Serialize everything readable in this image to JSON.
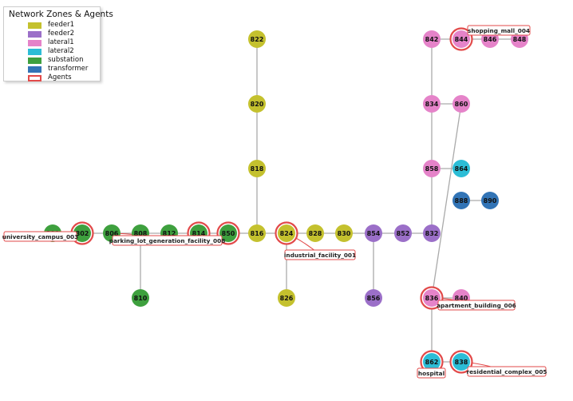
{
  "legend": {
    "title": "Network Zones & Agents",
    "items": [
      {
        "label": "feeder1",
        "color": "#c4c12e",
        "kind": "fill"
      },
      {
        "label": "feeder2",
        "color": "#9b6fc8",
        "kind": "fill"
      },
      {
        "label": "lateral1",
        "color": "#e583c9",
        "kind": "fill"
      },
      {
        "label": "lateral2",
        "color": "#2cbdd6",
        "kind": "fill"
      },
      {
        "label": "substation",
        "color": "#3ea03e",
        "kind": "fill"
      },
      {
        "label": "transformer",
        "color": "#3274b6",
        "kind": "fill"
      },
      {
        "label": "Agents",
        "color": "#e24a4a",
        "kind": "ring"
      }
    ]
  },
  "zone_colors": {
    "feeder1": "#c4c12e",
    "feeder2": "#9b6fc8",
    "lateral1": "#e583c9",
    "lateral2": "#2cbdd6",
    "substation": "#3ea03e",
    "transformer": "#3274b6",
    "agent_ring": "#e24a4a",
    "edge": "#aaaaaa"
  },
  "nodes": [
    {
      "id": "800",
      "label": "800",
      "zone": "substation",
      "agent": false
    },
    {
      "id": "802",
      "label": "802",
      "zone": "substation",
      "agent": true
    },
    {
      "id": "806",
      "label": "806",
      "zone": "substation",
      "agent": false
    },
    {
      "id": "808",
      "label": "808",
      "zone": "substation",
      "agent": false
    },
    {
      "id": "812",
      "label": "812",
      "zone": "substation",
      "agent": false
    },
    {
      "id": "814",
      "label": "814",
      "zone": "substation",
      "agent": true
    },
    {
      "id": "850",
      "label": "850",
      "zone": "substation",
      "agent": true
    },
    {
      "id": "810",
      "label": "810",
      "zone": "substation",
      "agent": false
    },
    {
      "id": "816",
      "label": "816",
      "zone": "feeder1",
      "agent": false
    },
    {
      "id": "818",
      "label": "818",
      "zone": "feeder1",
      "agent": false
    },
    {
      "id": "820",
      "label": "820",
      "zone": "feeder1",
      "agent": false
    },
    {
      "id": "822",
      "label": "822",
      "zone": "feeder1",
      "agent": false
    },
    {
      "id": "824",
      "label": "824",
      "zone": "feeder1",
      "agent": true
    },
    {
      "id": "826",
      "label": "826",
      "zone": "feeder1",
      "agent": false
    },
    {
      "id": "828",
      "label": "828",
      "zone": "feeder1",
      "agent": false
    },
    {
      "id": "830",
      "label": "830",
      "zone": "feeder1",
      "agent": false
    },
    {
      "id": "854",
      "label": "854",
      "zone": "feeder2",
      "agent": false
    },
    {
      "id": "852",
      "label": "852",
      "zone": "feeder2",
      "agent": false
    },
    {
      "id": "832",
      "label": "832",
      "zone": "feeder2",
      "agent": false
    },
    {
      "id": "856",
      "label": "856",
      "zone": "feeder2",
      "agent": false
    },
    {
      "id": "858",
      "label": "858",
      "zone": "lateral1",
      "agent": false
    },
    {
      "id": "834",
      "label": "834",
      "zone": "lateral1",
      "agent": false
    },
    {
      "id": "842",
      "label": "842",
      "zone": "lateral1",
      "agent": false
    },
    {
      "id": "844",
      "label": "844",
      "zone": "lateral1",
      "agent": true
    },
    {
      "id": "846",
      "label": "846",
      "zone": "lateral1",
      "agent": false
    },
    {
      "id": "848",
      "label": "848",
      "zone": "lateral1",
      "agent": false
    },
    {
      "id": "860",
      "label": "860",
      "zone": "lateral1",
      "agent": false
    },
    {
      "id": "836",
      "label": "836",
      "zone": "lateral1",
      "agent": true
    },
    {
      "id": "840",
      "label": "840",
      "zone": "lateral1",
      "agent": false
    },
    {
      "id": "864",
      "label": "864",
      "zone": "lateral2",
      "agent": false
    },
    {
      "id": "862",
      "label": "862",
      "zone": "lateral2",
      "agent": true
    },
    {
      "id": "838",
      "label": "838",
      "zone": "lateral2",
      "agent": true
    },
    {
      "id": "888",
      "label": "888",
      "zone": "transformer",
      "agent": false
    },
    {
      "id": "890",
      "label": "890",
      "zone": "transformer",
      "agent": false
    }
  ],
  "edges": [
    [
      "800",
      "802"
    ],
    [
      "802",
      "806"
    ],
    [
      "806",
      "808"
    ],
    [
      "808",
      "812"
    ],
    [
      "812",
      "814"
    ],
    [
      "814",
      "850"
    ],
    [
      "850",
      "816"
    ],
    [
      "808",
      "810"
    ],
    [
      "816",
      "818"
    ],
    [
      "818",
      "820"
    ],
    [
      "820",
      "822"
    ],
    [
      "816",
      "824"
    ],
    [
      "824",
      "826"
    ],
    [
      "824",
      "828"
    ],
    [
      "828",
      "830"
    ],
    [
      "830",
      "854"
    ],
    [
      "854",
      "856"
    ],
    [
      "854",
      "852"
    ],
    [
      "852",
      "832"
    ],
    [
      "832",
      "858"
    ],
    [
      "858",
      "864"
    ],
    [
      "858",
      "834"
    ],
    [
      "834",
      "842"
    ],
    [
      "842",
      "844"
    ],
    [
      "844",
      "846"
    ],
    [
      "846",
      "848"
    ],
    [
      "834",
      "860"
    ],
    [
      "860",
      "836"
    ],
    [
      "836",
      "840"
    ],
    [
      "836",
      "862"
    ],
    [
      "862",
      "838"
    ],
    [
      "888",
      "890"
    ]
  ],
  "agent_labels": [
    {
      "text": "university_campus_003",
      "node": "802"
    },
    {
      "text": "parking_lot_generation_facility_008",
      "node": "806"
    },
    {
      "text": "industrial_facility_001",
      "node": "824"
    },
    {
      "text": "shopping_mall_004",
      "node": "844"
    },
    {
      "text": "apartment_building_006",
      "node": "836"
    },
    {
      "text": "hospital",
      "node": "862"
    },
    {
      "text": "residential_complex_005",
      "node": "838"
    }
  ]
}
